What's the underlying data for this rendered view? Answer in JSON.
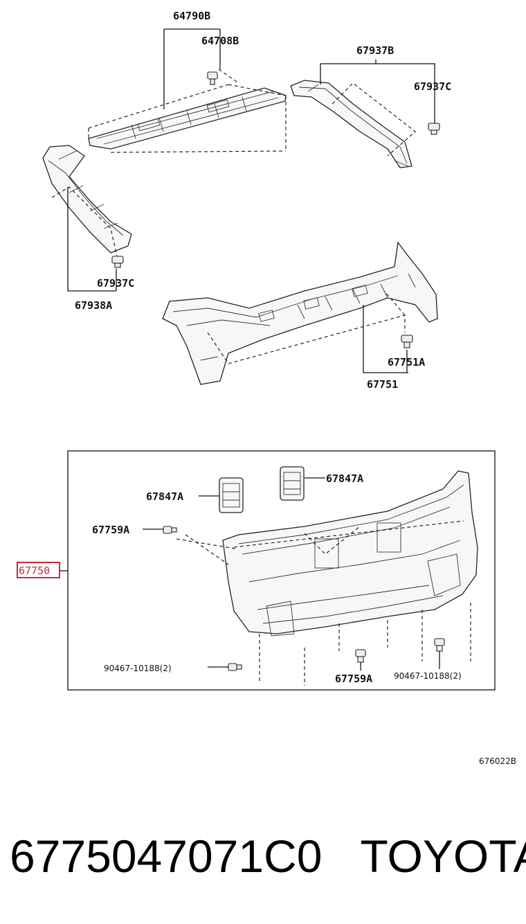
{
  "callouts": {
    "c64790B": "64790B",
    "c64708B": "64708B",
    "c67937B": "67937B",
    "c67937C_right": "67937C",
    "c67937C_left": "67937C",
    "c67938A": "67938A",
    "c67751A": "67751A",
    "c67751": "67751",
    "c67847A_left": "67847A",
    "c67847A_right": "67847A",
    "c67759A_top": "67759A",
    "c67750": "67750",
    "c90467_left": "90467-10188(2)",
    "c90467_right": "90467-10188(2)",
    "c67759A_bottom": "67759A"
  },
  "diagram_code": "676022B",
  "footer": {
    "part_number": "6775047071C0",
    "brand": "TOYOTA"
  },
  "colors": {
    "highlight": "#c0303a",
    "line": "#111111"
  }
}
